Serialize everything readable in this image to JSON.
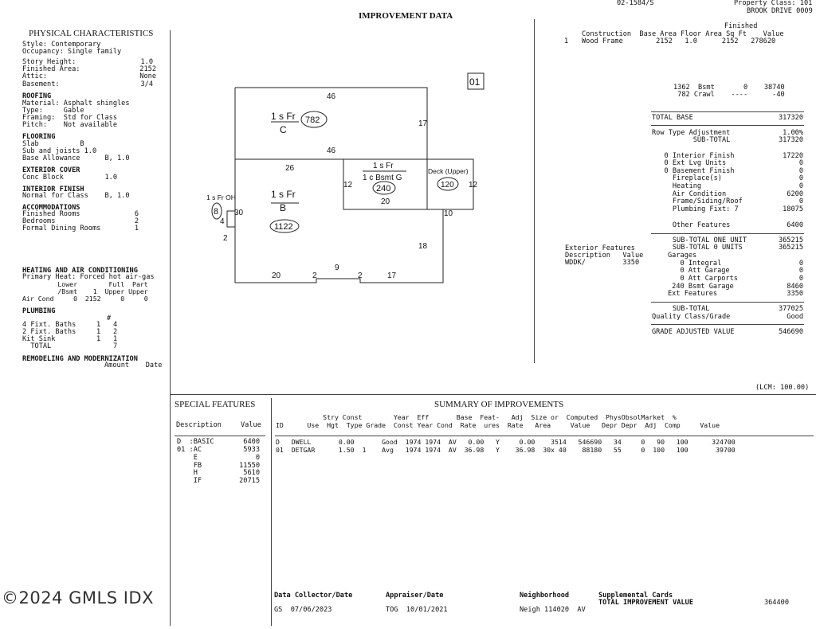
{
  "header": {
    "doc_id": "02-1584/S",
    "property_class": "Property Class: 101",
    "address": "BROOK DRIVE 0009",
    "improvement_title": "IMPROVEMENT DATA"
  },
  "physical": {
    "title": "PHYSICAL CHARACTERISTICS",
    "style": "Style: Contemporary",
    "occupancy": "Occupancy: Single family",
    "story_height_label": "Story Height:",
    "story_height": "1.0",
    "finished_area_label": "Finished Area:",
    "finished_area": "2152",
    "attic_label": "Attic:",
    "attic": "None",
    "basement_label": "Basement:",
    "basement": "3/4",
    "roofing_title": "ROOFING",
    "roof_material": "Material: Asphalt shingles",
    "roof_type": "Type:     Gable",
    "roof_framing": "Framing:  Std for Class",
    "roof_pitch": "Pitch:    Not available",
    "flooring_title": "FLOORING",
    "floor_1": "Slab          B",
    "floor_2": "Sub and joists 1.0",
    "floor_3": "Base Allowance      B, 1.0",
    "exterior_title": "EXTERIOR COVER",
    "exterior_1": "Conc Block          1.0",
    "interior_title": "INTERIOR FINISH",
    "interior_1": "Normal for Class    B, 1.0",
    "accom_title": "ACCOMMODATIONS",
    "accom_rows": [
      {
        "label": "Finished Rooms",
        "value": "6"
      },
      {
        "label": "Bedrooms",
        "value": "2"
      },
      {
        "label": "Formal Dining Rooms",
        "value": "1"
      }
    ],
    "hvac_title": "HEATING AND AIR CONDITIONING",
    "hvac_primary": "Primary Heat: Forced hot air-gas",
    "hvac_head1": "         Lower        Full  Part",
    "hvac_head2": "         /Bsmt    1  Upper Upper",
    "hvac_row": "Air Cond     0  2152     0     0",
    "plumbing_title": "PLUMBING",
    "plumb_hash": "#",
    "plumb_rows": [
      {
        "label": "4 Fixt. Baths",
        "a": "1",
        "b": "4"
      },
      {
        "label": "2 Fixt. Baths",
        "a": "1",
        "b": "2"
      },
      {
        "label": "Kit Sink",
        "a": "1",
        "b": "1"
      },
      {
        "label": "  TOTAL",
        "a": "",
        "b": "7"
      }
    ],
    "remodel_title": "REMODELING AND MODERNIZATION",
    "remodel_head": "Amount    Date"
  },
  "sketch": {
    "tag": "01",
    "dims": [
      "46",
      "17",
      "46",
      "26",
      "12",
      "20",
      "12",
      "10",
      "18",
      "20",
      "2",
      "9",
      "2",
      "17",
      "30",
      "4",
      "2"
    ],
    "label_1sfr_a": "1 s Fr",
    "label_c": "C",
    "area_782": "782",
    "label_1sfr_b": "1 s Fr",
    "label_b": "B",
    "area_1122": "1122",
    "label_1sfr_c": "1 s Fr",
    "label_bsmt": "1 c Bsmt G",
    "area_240": "240",
    "label_deck": "Deck (Upper)",
    "area_120": "120",
    "label_oh": "1 s Fr OH",
    "area_8": "8"
  },
  "construction": {
    "finished_head": "Finished",
    "head": "Construction  Base Area Floor Area Sq Ft    Value",
    "row_no": "1",
    "row": "Wood Frame        2152   1.0      2152   278620",
    "bsmt_row": "1362  Bsmt       0    38740",
    "crawl_row": " 782 Crawl    ----      -40"
  },
  "totals": {
    "rows": [
      {
        "label": "TOTAL BASE",
        "value": "317320"
      },
      {
        "label": "Row Type Adjustment",
        "value": "1.00%"
      },
      {
        "label": "          SUB-TOTAL",
        "value": "317320"
      },
      {
        "label": "   0 Interior Finish",
        "value": "17220"
      },
      {
        "label": "   0 Ext Lvg Units",
        "value": "0"
      },
      {
        "label": "   0 Basement Finish",
        "value": "0"
      },
      {
        "label": "     Fireplace(s)",
        "value": "0"
      },
      {
        "label": "     Heating",
        "value": "0"
      },
      {
        "label": "     Air Condition",
        "value": "6200"
      },
      {
        "label": "     Frame/Siding/Roof",
        "value": "0"
      },
      {
        "label": "     Plumbing Fixt: 7",
        "value": "18075"
      },
      {
        "label": "     Other Features",
        "value": "6400"
      },
      {
        "label": "     SUB-TOTAL ONE UNIT",
        "value": "365215"
      },
      {
        "label": "     SUB-TOTAL 0 UNITS",
        "value": "365215"
      }
    ],
    "ext_head1": "Exterior Features",
    "ext_head2": "Description   Value",
    "ext_row": "WDDK/         3350",
    "garages_title": "Garages",
    "garage_rows": [
      {
        "label": "   0 Integral",
        "value": "0"
      },
      {
        "label": "   0 Att Garage",
        "value": "0"
      },
      {
        "label": "   0 Att Carports",
        "value": "0"
      },
      {
        "label": " 240 Bsmt Garage",
        "value": "8460"
      },
      {
        "label": "Ext Features",
        "value": "3350"
      }
    ],
    "subtotal_label": "     SUB-TOTAL",
    "subtotal_value": "377025",
    "quality_label": "Quality Class/Grade",
    "quality_value": "Good",
    "grade_label": "GRADE ADJUSTED VALUE",
    "grade_value": "546690",
    "lcm": "(LCM: 100.00)"
  },
  "special": {
    "title": "SPECIAL FEATURES",
    "head_desc": "Description",
    "head_value": "Value",
    "rows": [
      {
        "desc": "D  :BASIC",
        "value": "6400"
      },
      {
        "desc": "01 :AC",
        "value": "5933"
      },
      {
        "desc": "    E",
        "value": "0"
      },
      {
        "desc": "    FB",
        "value": "11550"
      },
      {
        "desc": "    H",
        "value": "5610"
      },
      {
        "desc": "    IF",
        "value": "20715"
      }
    ]
  },
  "summary": {
    "title": "SUMMARY OF IMPROVEMENTS",
    "head1": "            Stry Const        Year  Eff       Base  Feat-   Adj  Size or  Computed  PhysObsolMarket  %",
    "head2": "ID      Use  Hgt  Type Grade  Const Year Cond  Rate  ures  Rate   Area     Value   Depr Depr  Adj  Comp     Value",
    "rows": [
      "D   DWELL       0.00       Good  1974 1974  AV   0.00   Y     0.00    3514   546690   34     0   90   100      324700",
      "01  DETGAR      1.50  1    Avg   1974 1974  AV  36.98   Y    36.98  30x 40    88180   55     0  100   100       39700"
    ]
  },
  "footer": {
    "collector_label": "Data Collector/Date",
    "collector_value": "GS  07/06/2023",
    "appraiser_label": "Appraiser/Date",
    "appraiser_value": "TOG  10/01/2021",
    "neighborhood_label": "Neighborhood",
    "neighborhood_value": "Neigh 114020  AV",
    "supp_label": "Supplemental Cards",
    "total_label": "TOTAL IMPROVEMENT VALUE",
    "total_value": "364400",
    "watermark": "©2024 GMLS IDX"
  }
}
